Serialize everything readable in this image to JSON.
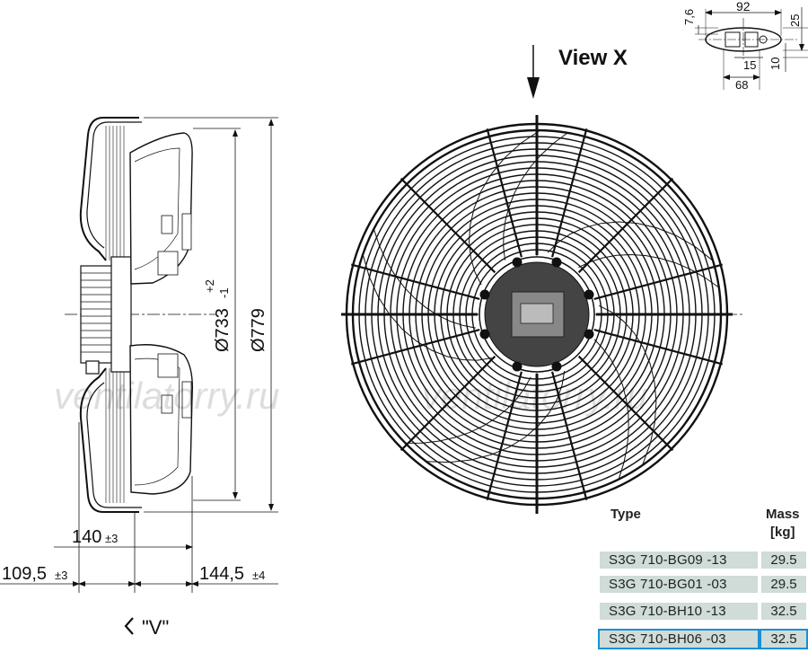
{
  "view_x_label": "View X",
  "view_v_label": "\"V\"",
  "dims_side": {
    "d733": "Ø733",
    "d733_tol_upper": "+2",
    "d733_tol_lower": "-1",
    "d779": "Ø779",
    "w140": "140",
    "w140_tol": "±3",
    "w109": "109,5",
    "w109_tol": "±3",
    "w144": "144,5",
    "w144_tol": "±4"
  },
  "dims_detail": {
    "d92": "92",
    "d76": "7,6",
    "d25": "25",
    "d15": "15",
    "d10": "10",
    "d68": "68"
  },
  "watermark": "ventilatorry.ru",
  "table": {
    "header_type": "Type",
    "header_mass": "Mass",
    "header_unit": "[kg]",
    "rows": [
      {
        "type": "S3G 710-BG09 -13",
        "mass": "29.5"
      },
      {
        "type": "S3G 710-BG01 -03",
        "mass": "29.5"
      },
      {
        "type": "S3G 710-BH10 -13",
        "mass": "32.5"
      },
      {
        "type": "S3G 710-BH06 -03",
        "mass": "32.5"
      }
    ]
  }
}
